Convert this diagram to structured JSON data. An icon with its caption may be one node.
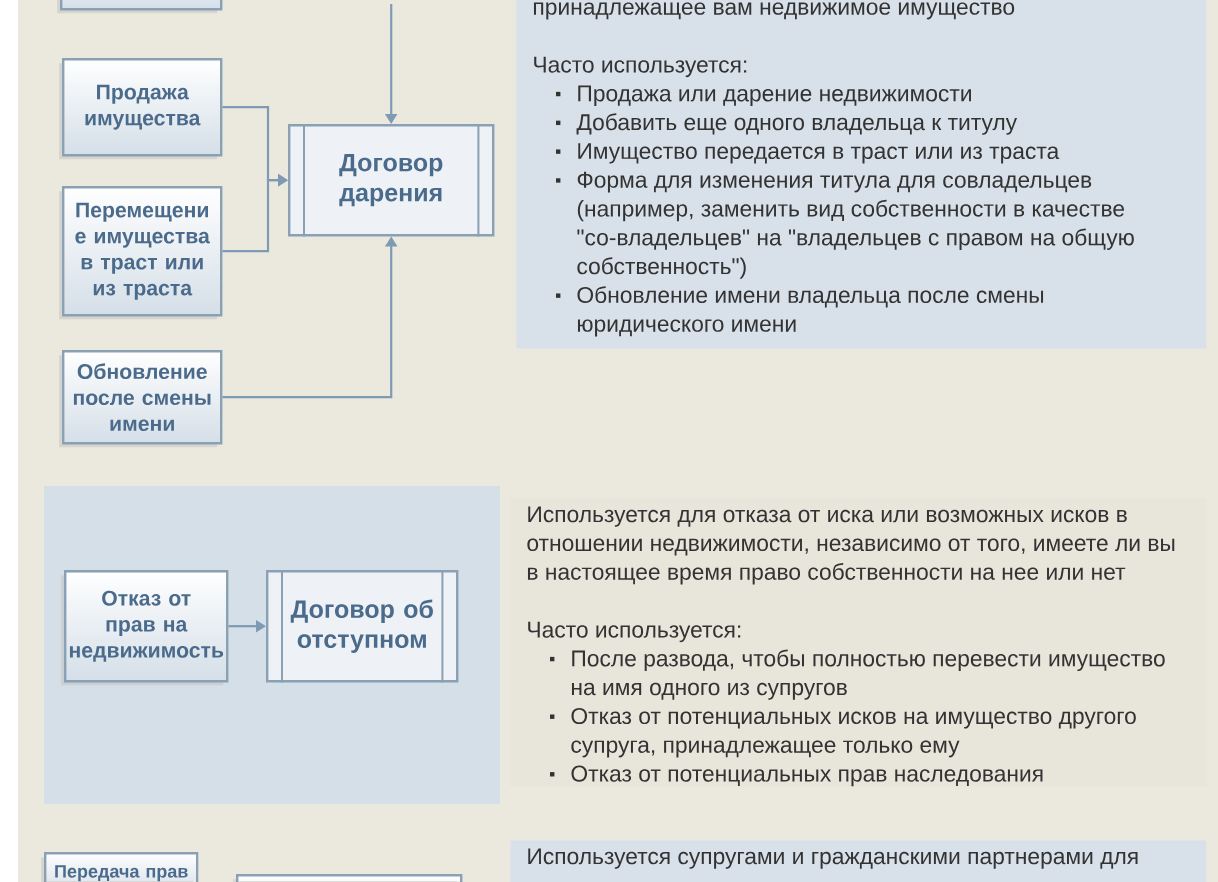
{
  "diagram": {
    "nodes": [
      {
        "text": [],
        "shape": "box"
      },
      {
        "text": [
          "Продажа имущества"
        ]
      },
      {
        "text": [
          "Перемещени е имущества в траст или из траста"
        ]
      },
      {
        "text": [
          "Обновление после смены имени"
        ]
      },
      {
        "text": [
          "Договор дарения"
        ]
      },
      {
        "text": [
          "принадлежащее вам недвижимое имущество",
          "Часто используется:",
          "Продажа или дарение недвижимости",
          "Добавить еще одного владельца к титулу",
          "Имущество передается в траст или из траста",
          "Форма для изменения титула для совладельцев (например, заменить вид собственности в качестве \"со-владельцев\" на \"владельцев с правом на общую собственность\")",
          "Обновление имени владельца после смены юридического имени"
        ]
      },
      {
        "text": [
          "Отказ от прав на недвижимость"
        ]
      },
      {
        "text": [
          "Договор об отступном"
        ]
      },
      {
        "text": [
          "Используется для отказа от иска или возможных исков в отношении недвижимости, независимо от того, имеете ли вы в настоящее время право собственности на нее или нет",
          "Часто используется:",
          "После развода, чтобы полностью перевести имущество на имя одного из супругов",
          "Отказ от потенциальных исков на имущество другого супруга, принадлежащее только ему",
          "Отказ от потенциальных прав наследования"
        ]
      },
      {
        "text": [
          "Передача прав"
        ]
      },
      {
        "text": [],
        "shape": "box"
      },
      {
        "text": [
          "Используется супругами и гражданскими партнерами для"
        ]
      }
    ],
    "edges": [
      {
        "from": 1,
        "to": 4,
        "arrow": "to"
      },
      {
        "from": 2,
        "to": 4,
        "arrow": "to"
      },
      {
        "from": 3,
        "to": 4,
        "arrow": "to"
      },
      {
        "from": null,
        "to": 4,
        "arrow": "to"
      },
      {
        "from": 6,
        "to": 7,
        "arrow": "to"
      }
    ]
  }
}
